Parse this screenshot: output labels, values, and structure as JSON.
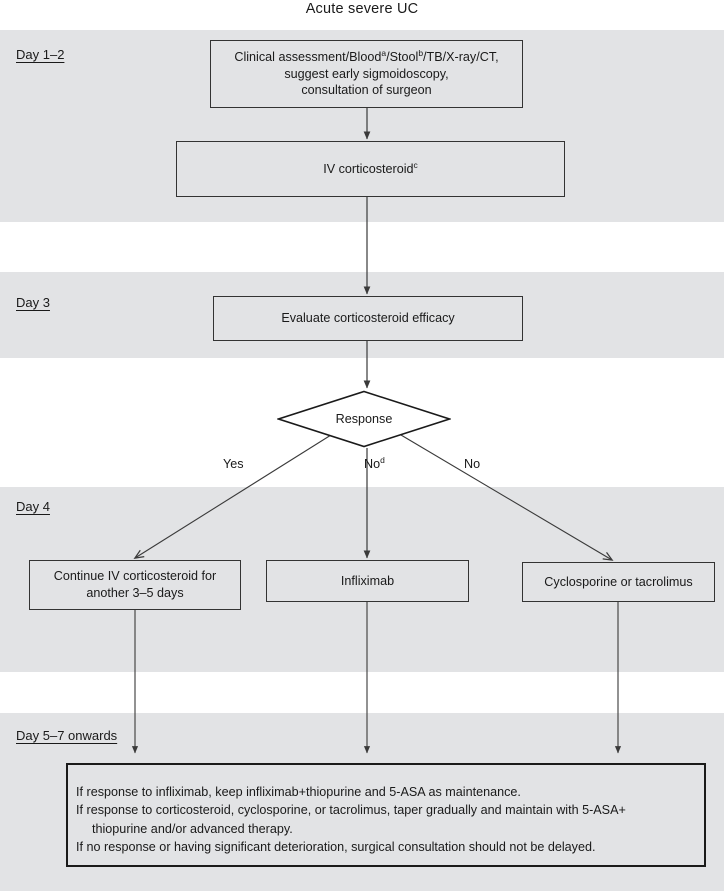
{
  "title": "Acute severe UC",
  "phases": [
    {
      "id": "day-1-2",
      "label": "Day 1–2"
    },
    {
      "id": "day-3",
      "label": "Day 3"
    },
    {
      "id": "day-4",
      "label": "Day 4"
    },
    {
      "id": "day-5-7",
      "label": "Day 5–7 onwards"
    }
  ],
  "nodes": {
    "assessment": {
      "line1_a": "Clinical assessment/Blood",
      "line1_sup1": "a",
      "line1_b": "/Stool",
      "line1_sup2": "b",
      "line1_c": "/TB/X-ray/CT,",
      "line2": "suggest early sigmoidoscopy,",
      "line3": "consultation of surgeon"
    },
    "iv_corticosteroid": {
      "text": "IV corticosteroid",
      "sup": "c"
    },
    "evaluate": {
      "text": "Evaluate corticosteroid efficacy"
    },
    "decision": {
      "text": "Response"
    },
    "continue_cortico": {
      "line1": "Continue IV corticosteroid for",
      "line2": "another 3–5 days"
    },
    "infliximab": {
      "text": "Infliximab"
    },
    "cyclosporine": {
      "text": "Cyclosporine or tacrolimus"
    },
    "final": {
      "line1": "If response to infliximab, keep infliximab+thiopurine and 5-ASA as maintenance.",
      "line2": "If response to corticosteroid, cyclosporine, or tacrolimus, taper gradually and maintain with 5-ASA+",
      "line3": "thiopurine and/or advanced therapy.",
      "line4": "If no response or having significant deterioration, surgical consultation should not be delayed."
    }
  },
  "edge_labels": {
    "yes": "Yes",
    "no_d_text": "No",
    "no_d_sup": "d",
    "no": "No"
  },
  "colors": {
    "band_background": "#e2e3e5",
    "page_background": "#ffffff",
    "node_border": "#333333",
    "final_border": "#1a1a1a",
    "text": "#1a1a1a",
    "connector": "#3a3a3a"
  }
}
